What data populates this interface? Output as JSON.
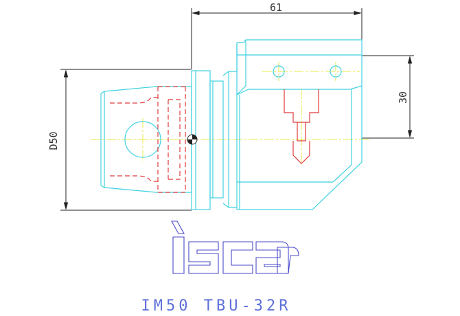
{
  "drawing": {
    "dimension_top": "61",
    "dimension_right": "30",
    "dimension_left": "D50",
    "model_name": "IM50 TBU-32R",
    "logo": "iscar"
  },
  "colors": {
    "outline": "#3fd1e0",
    "hidden": "#e03a3a",
    "center": "#e8e84a",
    "dimension": "#222222",
    "brand": "#4a4ac8",
    "text": "#5d6fd8"
  }
}
